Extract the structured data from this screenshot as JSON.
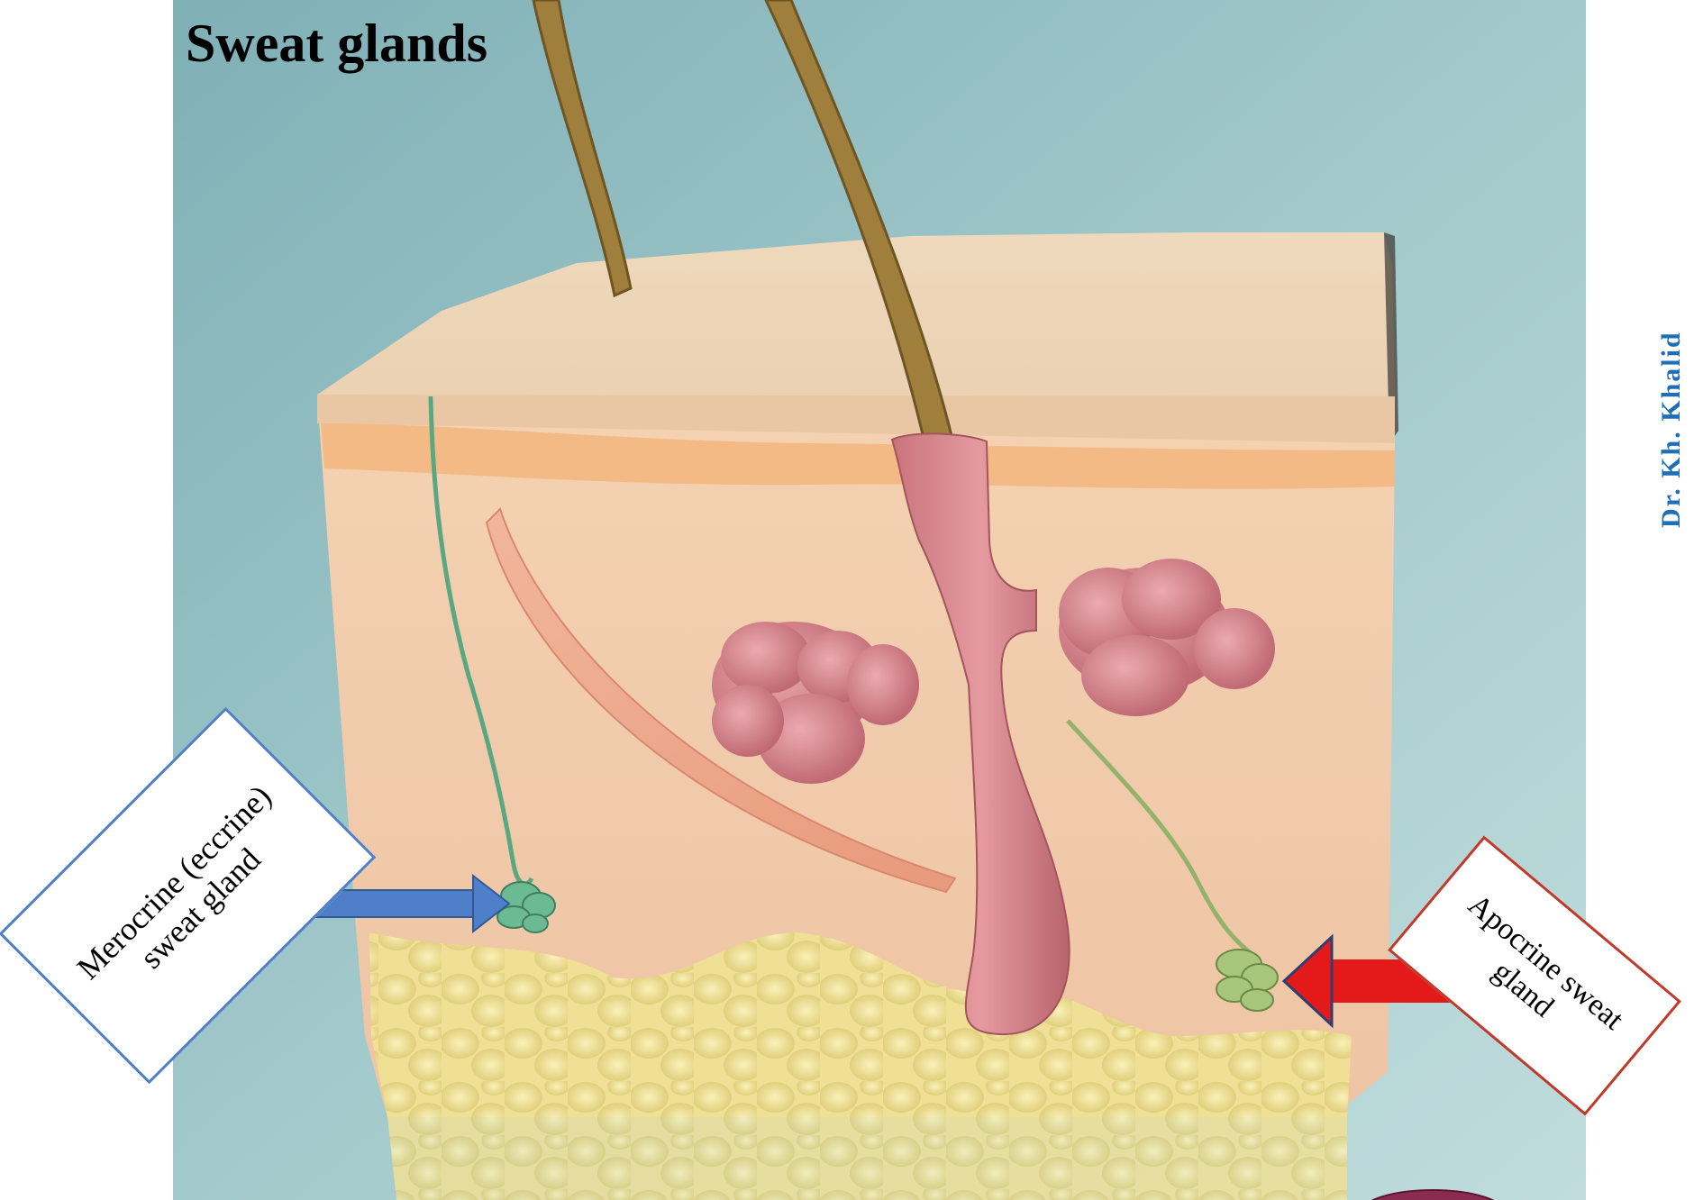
{
  "title": "Sweat glands",
  "labels": {
    "merocrine": "Merocrine (eccrine) sweat gland",
    "apocrine": "Apocrine sweat gland"
  },
  "sidebar_author": "Dr. Kh. Khalid",
  "colors": {
    "background": "#9fc6c8",
    "epidermis": "#ecd2b4",
    "dermis": "#f0c6a4",
    "hypodermis_fat": "#eee19a",
    "hair_follicle": "#d98a90",
    "hair_shaft": "#a07f3c",
    "merocrine_gland": "#5aa882",
    "apocrine_gland": "#93b36a",
    "merocrine_arrow": "#4f7fc8",
    "apocrine_arrow": "#e41a1a",
    "merocrine_border": "#4f7fc8",
    "apocrine_border": "#c0392b",
    "sidebar_text": "#1e6fb8"
  }
}
